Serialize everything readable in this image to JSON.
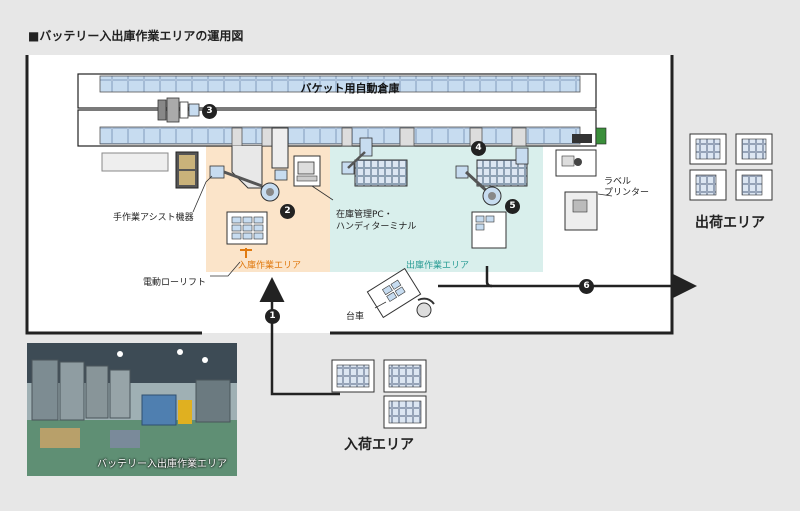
{
  "title": "■バッテリー入出庫作業エリアの運用図",
  "warehouse_label": "バケット用自動倉庫",
  "zones": {
    "inbound_work": "入庫作業エリア",
    "outbound_work": "出庫作業エリア",
    "shipping_area": "出荷エリア",
    "receiving_area": "入荷エリア"
  },
  "labels": {
    "assist_device": "手作業アシスト機器",
    "pc_terminal_line1": "在庫管理PC・",
    "pc_terminal_line2": "ハンディターミナル",
    "label_printer_line1": "ラベル",
    "label_printer_line2": "プリンター",
    "lift": "電動ローリフト",
    "cart": "台車"
  },
  "markers": [
    "1",
    "2",
    "3",
    "4",
    "5",
    "6"
  ],
  "photo_caption": "バッテリー入出庫作業エリア",
  "colors": {
    "background": "#e7e7e7",
    "floor": "#ffffff",
    "rack_cell": "#c7dcf0",
    "inbound_zone": "#fbe4c9",
    "outbound_zone": "#d9efec",
    "inbound_text": "#e07a10",
    "outbound_text": "#2a9d95",
    "lines": "#222222"
  }
}
